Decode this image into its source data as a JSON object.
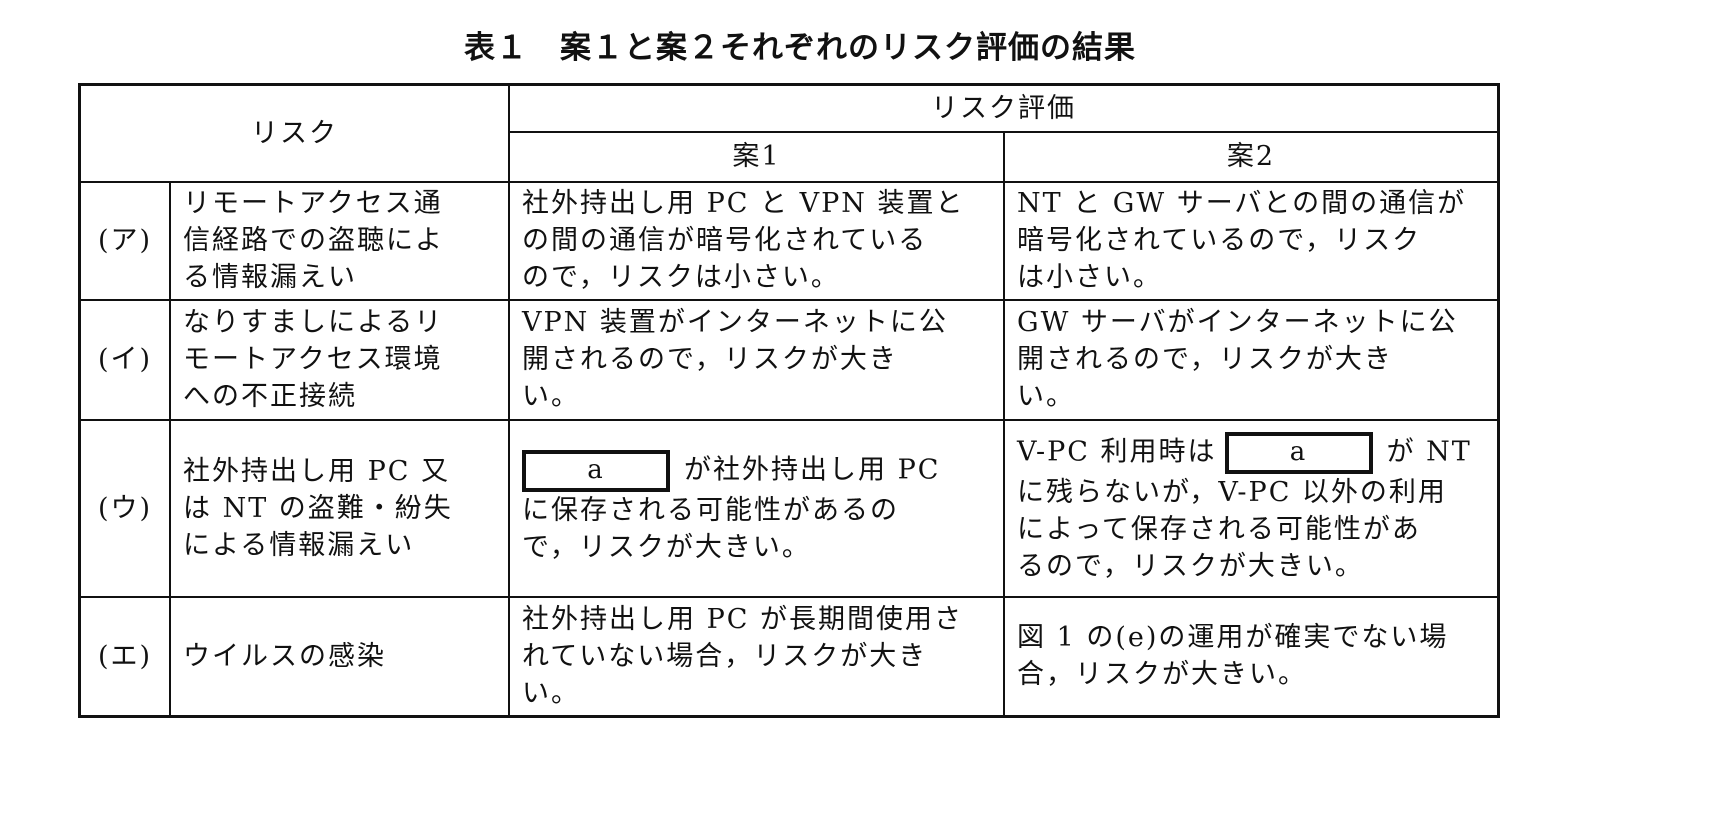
{
  "title": "表１　案１と案２それぞれのリスク評価の結果",
  "header": {
    "risk": "リスク",
    "evaluation": "リスク評価",
    "plan1": "案1",
    "plan2": "案2"
  },
  "rows": [
    {
      "id": "(ア)",
      "risk": [
        "リモートアクセス通",
        "信経路での盗聴によ",
        "る情報漏えい"
      ],
      "plan1": [
        "社外持出し用 PC と VPN 装置と",
        "の間の通信が暗号化されている",
        "ので，リスクは小さい。"
      ],
      "plan2": [
        "NT と GW サーバとの間の通信が",
        "暗号化されているので，リスク",
        "は小さい。"
      ]
    },
    {
      "id": "(イ)",
      "risk": [
        "なりすましによるリ",
        "モートアクセス環境",
        "への不正接続"
      ],
      "plan1": [
        "VPN 装置がインターネットに公",
        "開されるので，リスクが大き",
        "い。"
      ],
      "plan2": [
        "GW サーバがインターネットに公",
        "開されるので，リスクが大き",
        "い。"
      ]
    },
    {
      "id": "(ウ)",
      "risk": [
        "社外持出し用 PC 又",
        "は NT の盗難・紛失",
        "による情報漏えい"
      ],
      "plan1": [
        {
          "before": "",
          "blank": "a",
          "after": "が社外持出し用 PC"
        },
        "に保存される可能性があるの",
        "で，リスクが大きい。"
      ],
      "plan2": [
        {
          "before": "V-PC 利用時は",
          "blank": "a",
          "after": "が NT"
        },
        "に残らないが，V-PC 以外の利用",
        "によって保存される可能性があ",
        "るので，リスクが大きい。"
      ]
    },
    {
      "id": "(エ)",
      "risk": [
        "ウイルスの感染"
      ],
      "plan1": [
        "社外持出し用 PC が長期間使用さ",
        "れていない場合，リスクが大き",
        "い。"
      ],
      "plan2": [
        "図 1 の(e)の運用が確実でない場",
        "合，リスクが大きい。"
      ]
    }
  ]
}
